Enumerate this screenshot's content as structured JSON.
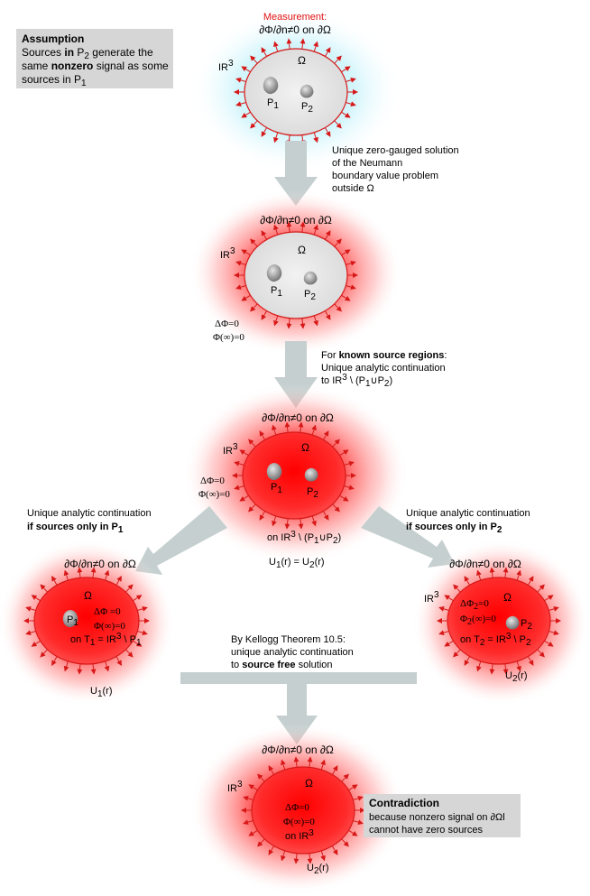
{
  "assumption": {
    "title": "Assumption",
    "line1_pre": "Sources ",
    "line1_bold": "in",
    "line1_mid": " P",
    "line1_sub": "2",
    "line1_post": " generate the",
    "line2_pre": "same ",
    "line2_bold": "nonzero",
    "line2_post": " signal as some",
    "line3_pre": "sources in P",
    "line3_sub": "1"
  },
  "stage1": {
    "measurement": "Measurement:",
    "boundary": "∂Φ/∂n≠0 on ∂Ω",
    "space": "IR",
    "space_sup": "3",
    "omega": "Ω",
    "p1": "P",
    "p1_sub": "1",
    "p2": "P",
    "p2_sub": "2"
  },
  "step1": {
    "line1": "Unique zero-gauged solution",
    "line2": "of the Neumann",
    "line3": "boundary value problem",
    "line4": "outside Ω"
  },
  "stage2": {
    "boundary": "∂Φ/∂n≠0 on ∂Ω",
    "space": "IR",
    "space_sup": "3",
    "omega": "Ω",
    "p1": "P",
    "p1_sub": "1",
    "p2": "P",
    "p2_sub": "2",
    "laplace": "ΔΦ=0",
    "infinity": "Φ(∞)=0"
  },
  "step2": {
    "line1_pre": "For ",
    "line1_bold": "known source regions",
    "line1_post": ":",
    "line2": "Unique analytic continuation",
    "line3_pre": "to IR",
    "line3_sup": "3",
    "line3_mid": " \\ (P",
    "line3_sub1": "1",
    "line3_cup": "∪P",
    "line3_sub2": "2",
    "line3_post": ")"
  },
  "stage3": {
    "boundary": "∂Φ/∂n≠0 on ∂Ω",
    "space": "IR",
    "space_sup": "3",
    "omega": "Ω",
    "laplace": "ΔΦ=0",
    "infinity": "Φ(∞)=0",
    "p1": "P",
    "p1_sub": "1",
    "p2": "P",
    "p2_sub": "2",
    "domain_pre": "on IR",
    "domain_sup": "3",
    "domain_mid": " \\ (P",
    "domain_sub1": "1",
    "domain_cup": "∪P",
    "domain_sub2": "2",
    "domain_post": ")",
    "equality_u1": "U",
    "equality_sub1": "1",
    "equality_mid": "(r) = U",
    "equality_sub2": "2",
    "equality_post": "(r)"
  },
  "branch_left": {
    "line1": "Unique analytic continuation",
    "line2_bold": "if sources only in P",
    "line2_sub": "1"
  },
  "branch_right": {
    "line1": "Unique analytic continuation",
    "line2_bold": "if sources only in P",
    "line2_sub": "2"
  },
  "stage4_left": {
    "boundary": "∂Φ/∂n≠0 on ∂Ω",
    "omega": "Ω",
    "laplace": "ΔΦ =0",
    "infinity": "Φ(∞)=0",
    "domain_pre": "on T",
    "domain_sub": "1",
    "domain_mid": " = IR",
    "domain_sup": "3",
    "domain_post": " \\ P",
    "domain_sub2": "1",
    "p1": "P",
    "p1_sub": "1",
    "u_label": "U",
    "u_sub": "1",
    "u_post": "(r)"
  },
  "stage4_right": {
    "boundary": "∂Φ/∂n≠0 on ∂Ω",
    "space": "IR",
    "space_sup": "3",
    "omega": "Ω",
    "laplace": "ΔΦ",
    "laplace_sub": "2",
    "laplace_post": "=0",
    "infinity_pre": "Φ",
    "infinity_sub": "2",
    "infinity_post": "(∞)=0",
    "domain_pre": "on T",
    "domain_sub": "2",
    "domain_mid": " = IR",
    "domain_sup": "3",
    "domain_post": " \\ P",
    "domain_sub2": "2",
    "p2": "P",
    "p2_sub": "2",
    "u_label": "U",
    "u_sub": "2",
    "u_post": "(r)"
  },
  "step3": {
    "line1": "By Kellogg Theorem 10.5:",
    "line2": "unique analytic continuation",
    "line3_pre": "to ",
    "line3_bold": "source free",
    "line3_post": " solution"
  },
  "stage5": {
    "boundary": "∂Φ/∂n≠0 on ∂Ω",
    "space": "IR",
    "space_sup": "3",
    "omega": "Ω",
    "laplace": "ΔΦ=0",
    "infinity": "Φ(∞)=0",
    "domain_pre": "on  IR",
    "domain_sup": "3",
    "u_label": "U",
    "u_sub": "2",
    "u_post": "(r)"
  },
  "contradiction": {
    "title": "Contradiction",
    "line1": "because nonzero signal on ∂Ωl",
    "line2": "cannot have zero sources"
  },
  "colors": {
    "glow_cyan": "#c9f3fb",
    "glow_red": "#ff2020",
    "ellipse_fill": "#e4e4e4",
    "ellipse_red": "#ff1a1a",
    "boundary": "#d81818",
    "arrow": "#c5cfcf",
    "box": "#d6d6d6",
    "measurement": "#e41010"
  }
}
